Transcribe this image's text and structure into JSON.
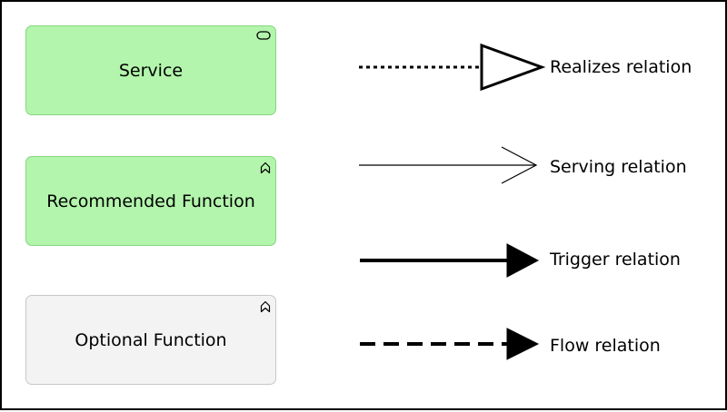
{
  "colors": {
    "service_fill": "#b3f5ac",
    "service_border": "#86d67f",
    "recommended_fill": "#b3f5ac",
    "recommended_border": "#86d67f",
    "optional_fill": "#f3f3f3",
    "optional_border": "#c8c8c8",
    "line": "#000000"
  },
  "elements": [
    {
      "label": "Service",
      "icon": "service-pill-icon"
    },
    {
      "label": "Recommended Function",
      "icon": "function-chevron-icon"
    },
    {
      "label": "Optional Function",
      "icon": "function-chevron-icon"
    }
  ],
  "relations": [
    {
      "label": "Realizes relation",
      "style": "dotted-line-hollow-triangle"
    },
    {
      "label": "Serving relation",
      "style": "thin-line-open-arrow"
    },
    {
      "label": "Trigger relation",
      "style": "thick-line-filled-arrow"
    },
    {
      "label": "Flow relation",
      "style": "dashed-line-filled-arrow"
    }
  ]
}
